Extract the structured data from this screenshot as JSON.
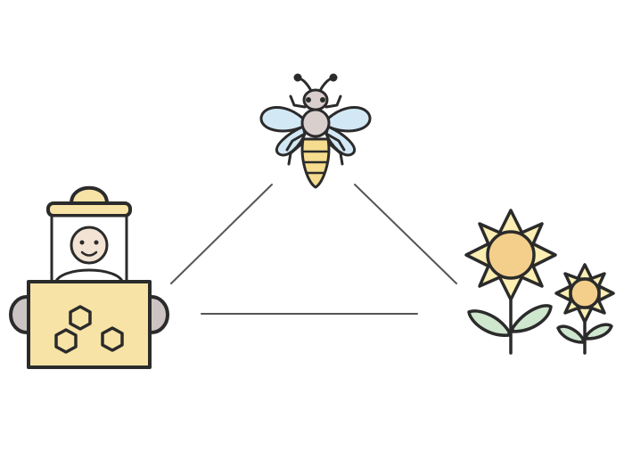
{
  "diagram": {
    "nodes": [
      {
        "id": "bee",
        "icon": "bee-icon"
      },
      {
        "id": "beekeeper",
        "icon": "beekeeper-icon"
      },
      {
        "id": "sunflowers",
        "icon": "sunflowers-icon"
      }
    ],
    "edges": [
      {
        "from": "bee",
        "to": "beekeeper"
      },
      {
        "from": "bee",
        "to": "sunflowers"
      },
      {
        "from": "beekeeper",
        "to": "sunflowers"
      }
    ]
  },
  "colors": {
    "outline": "#2b2b2b",
    "connector": "#555555",
    "honey_yellow": "#f8e3a6",
    "bee_stripe": "#f5dc8e",
    "wing_blue": "#d3e8f5",
    "bee_body": "#d9cfcc",
    "skin": "#f3e3d4",
    "leaf_green": "#cfe6cf",
    "sunflower_center": "#f3cf8b",
    "petal": "#fbeeb2"
  }
}
